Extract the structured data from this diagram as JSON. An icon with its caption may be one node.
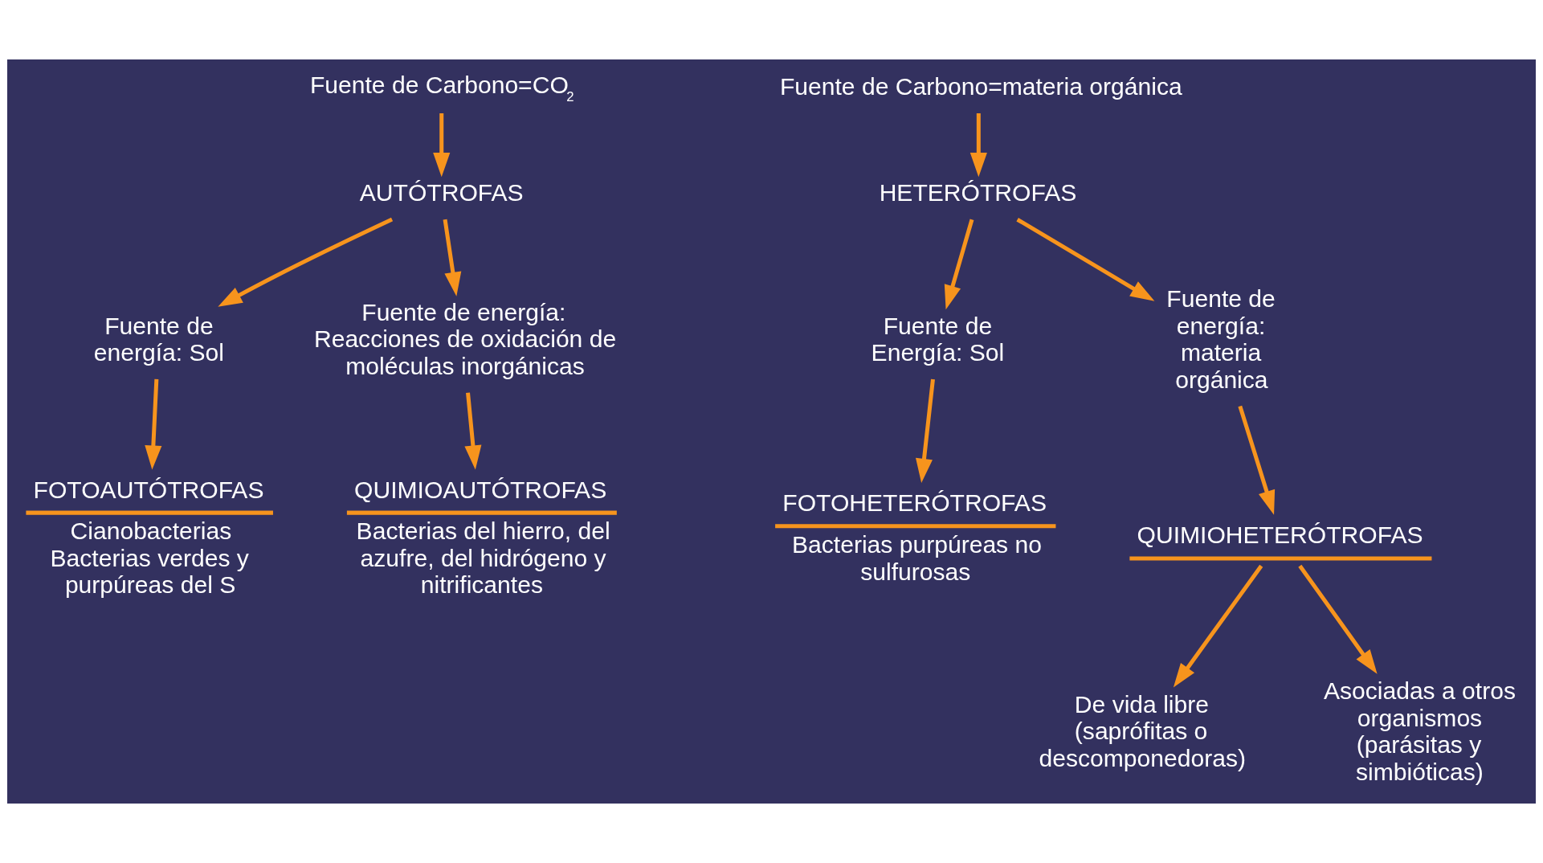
{
  "diagram": {
    "nodes": [
      {
        "text": [
          "Fuente de Carbono=CO$_{2}$"
        ]
      },
      {
        "text": [
          "AUTÓTROFAS"
        ]
      },
      {
        "text": [
          "Fuente de energía: Sol"
        ]
      },
      {
        "text": [
          "Fuente de energía: Reacciones de oxidación de moléculas inorgánicas"
        ]
      },
      {
        "text": [
          "FOTOAUTÓTROFAS",
          "Cianobacterias Bacterias verdes y purpúreas del S"
        ]
      },
      {
        "text": [
          "QUIMIOAUTÓTROFAS",
          "Bacterias del hierro, del azufre, del hidrógeno y nitrificantes"
        ]
      },
      {
        "text": [
          "Fuente de Carbono=materia orgánica"
        ]
      },
      {
        "text": [
          "HETERÓTROFAS"
        ]
      },
      {
        "text": [
          "Fuente de Energía: Sol"
        ]
      },
      {
        "text": [
          "Fuente de energía: materia orgánica"
        ]
      },
      {
        "text": [
          "FOTOHETERÓTROFAS",
          "Bacterias purpúreas no sulfurosas"
        ]
      },
      {
        "text": [
          "QUIMIOHETERÓTROFAS"
        ]
      },
      {
        "text": [
          "De vida libre (saprófitas o descomponedoras)"
        ]
      },
      {
        "text": [
          "Asociadas a otros organismos (parásitas y simbióticas)"
        ]
      }
    ],
    "edges": [
      {
        "from": 0,
        "to": 1,
        "arrow": "to"
      },
      {
        "from": 1,
        "to": 2,
        "arrow": "to"
      },
      {
        "from": 1,
        "to": 3,
        "arrow": "to"
      },
      {
        "from": 2,
        "to": 4,
        "arrow": "to"
      },
      {
        "from": 3,
        "to": 5,
        "arrow": "to"
      },
      {
        "from": 6,
        "to": 7,
        "arrow": "to"
      },
      {
        "from": 7,
        "to": 8,
        "arrow": "to"
      },
      {
        "from": 7,
        "to": 9,
        "arrow": "to"
      },
      {
        "from": 8,
        "to": 10,
        "arrow": "to"
      },
      {
        "from": 9,
        "to": 11,
        "arrow": "to"
      },
      {
        "from": 11,
        "to": 12,
        "arrow": "to"
      },
      {
        "from": 11,
        "to": 13,
        "arrow": "to"
      }
    ]
  }
}
